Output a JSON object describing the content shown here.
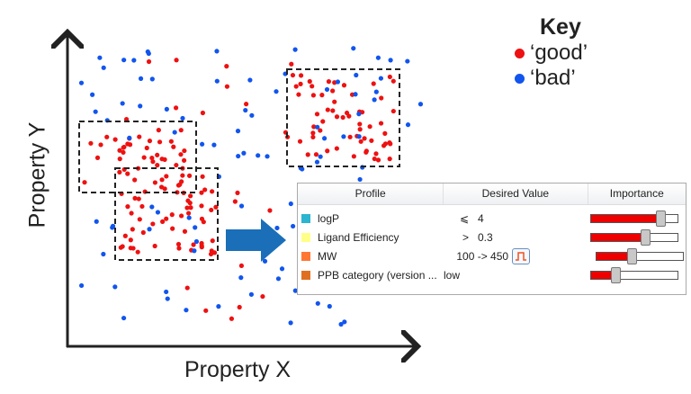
{
  "axes": {
    "x_label": "Property X",
    "y_label": "Property Y"
  },
  "key": {
    "title": "Key",
    "items": [
      {
        "label": "‘good’",
        "color": "#ee1111"
      },
      {
        "label": "‘bad’",
        "color": "#1155ee"
      }
    ]
  },
  "colors": {
    "good": "#ee1111",
    "bad": "#1155ee",
    "arrow": "#1a6fb8"
  },
  "table": {
    "headers": [
      "Profile",
      "Desired Value",
      "Importance"
    ],
    "rows": [
      {
        "name": "logP",
        "swatch": "#2bb5d0",
        "operator": "⩽",
        "value": "4",
        "importance": 0.8
      },
      {
        "name": "Ligand Efficiency",
        "swatch": "#ffff88",
        "operator": ">",
        "value": "0.3",
        "importance": 0.62
      },
      {
        "name": "MW",
        "swatch": "#ff7733",
        "operator": "",
        "value": "100 -> 450",
        "importance": 0.41,
        "icon": "pulse-function-icon"
      },
      {
        "name": "PPB category (version ...",
        "swatch": "#e07020",
        "operator": "",
        "value": "low",
        "importance": 0.28
      }
    ]
  }
}
